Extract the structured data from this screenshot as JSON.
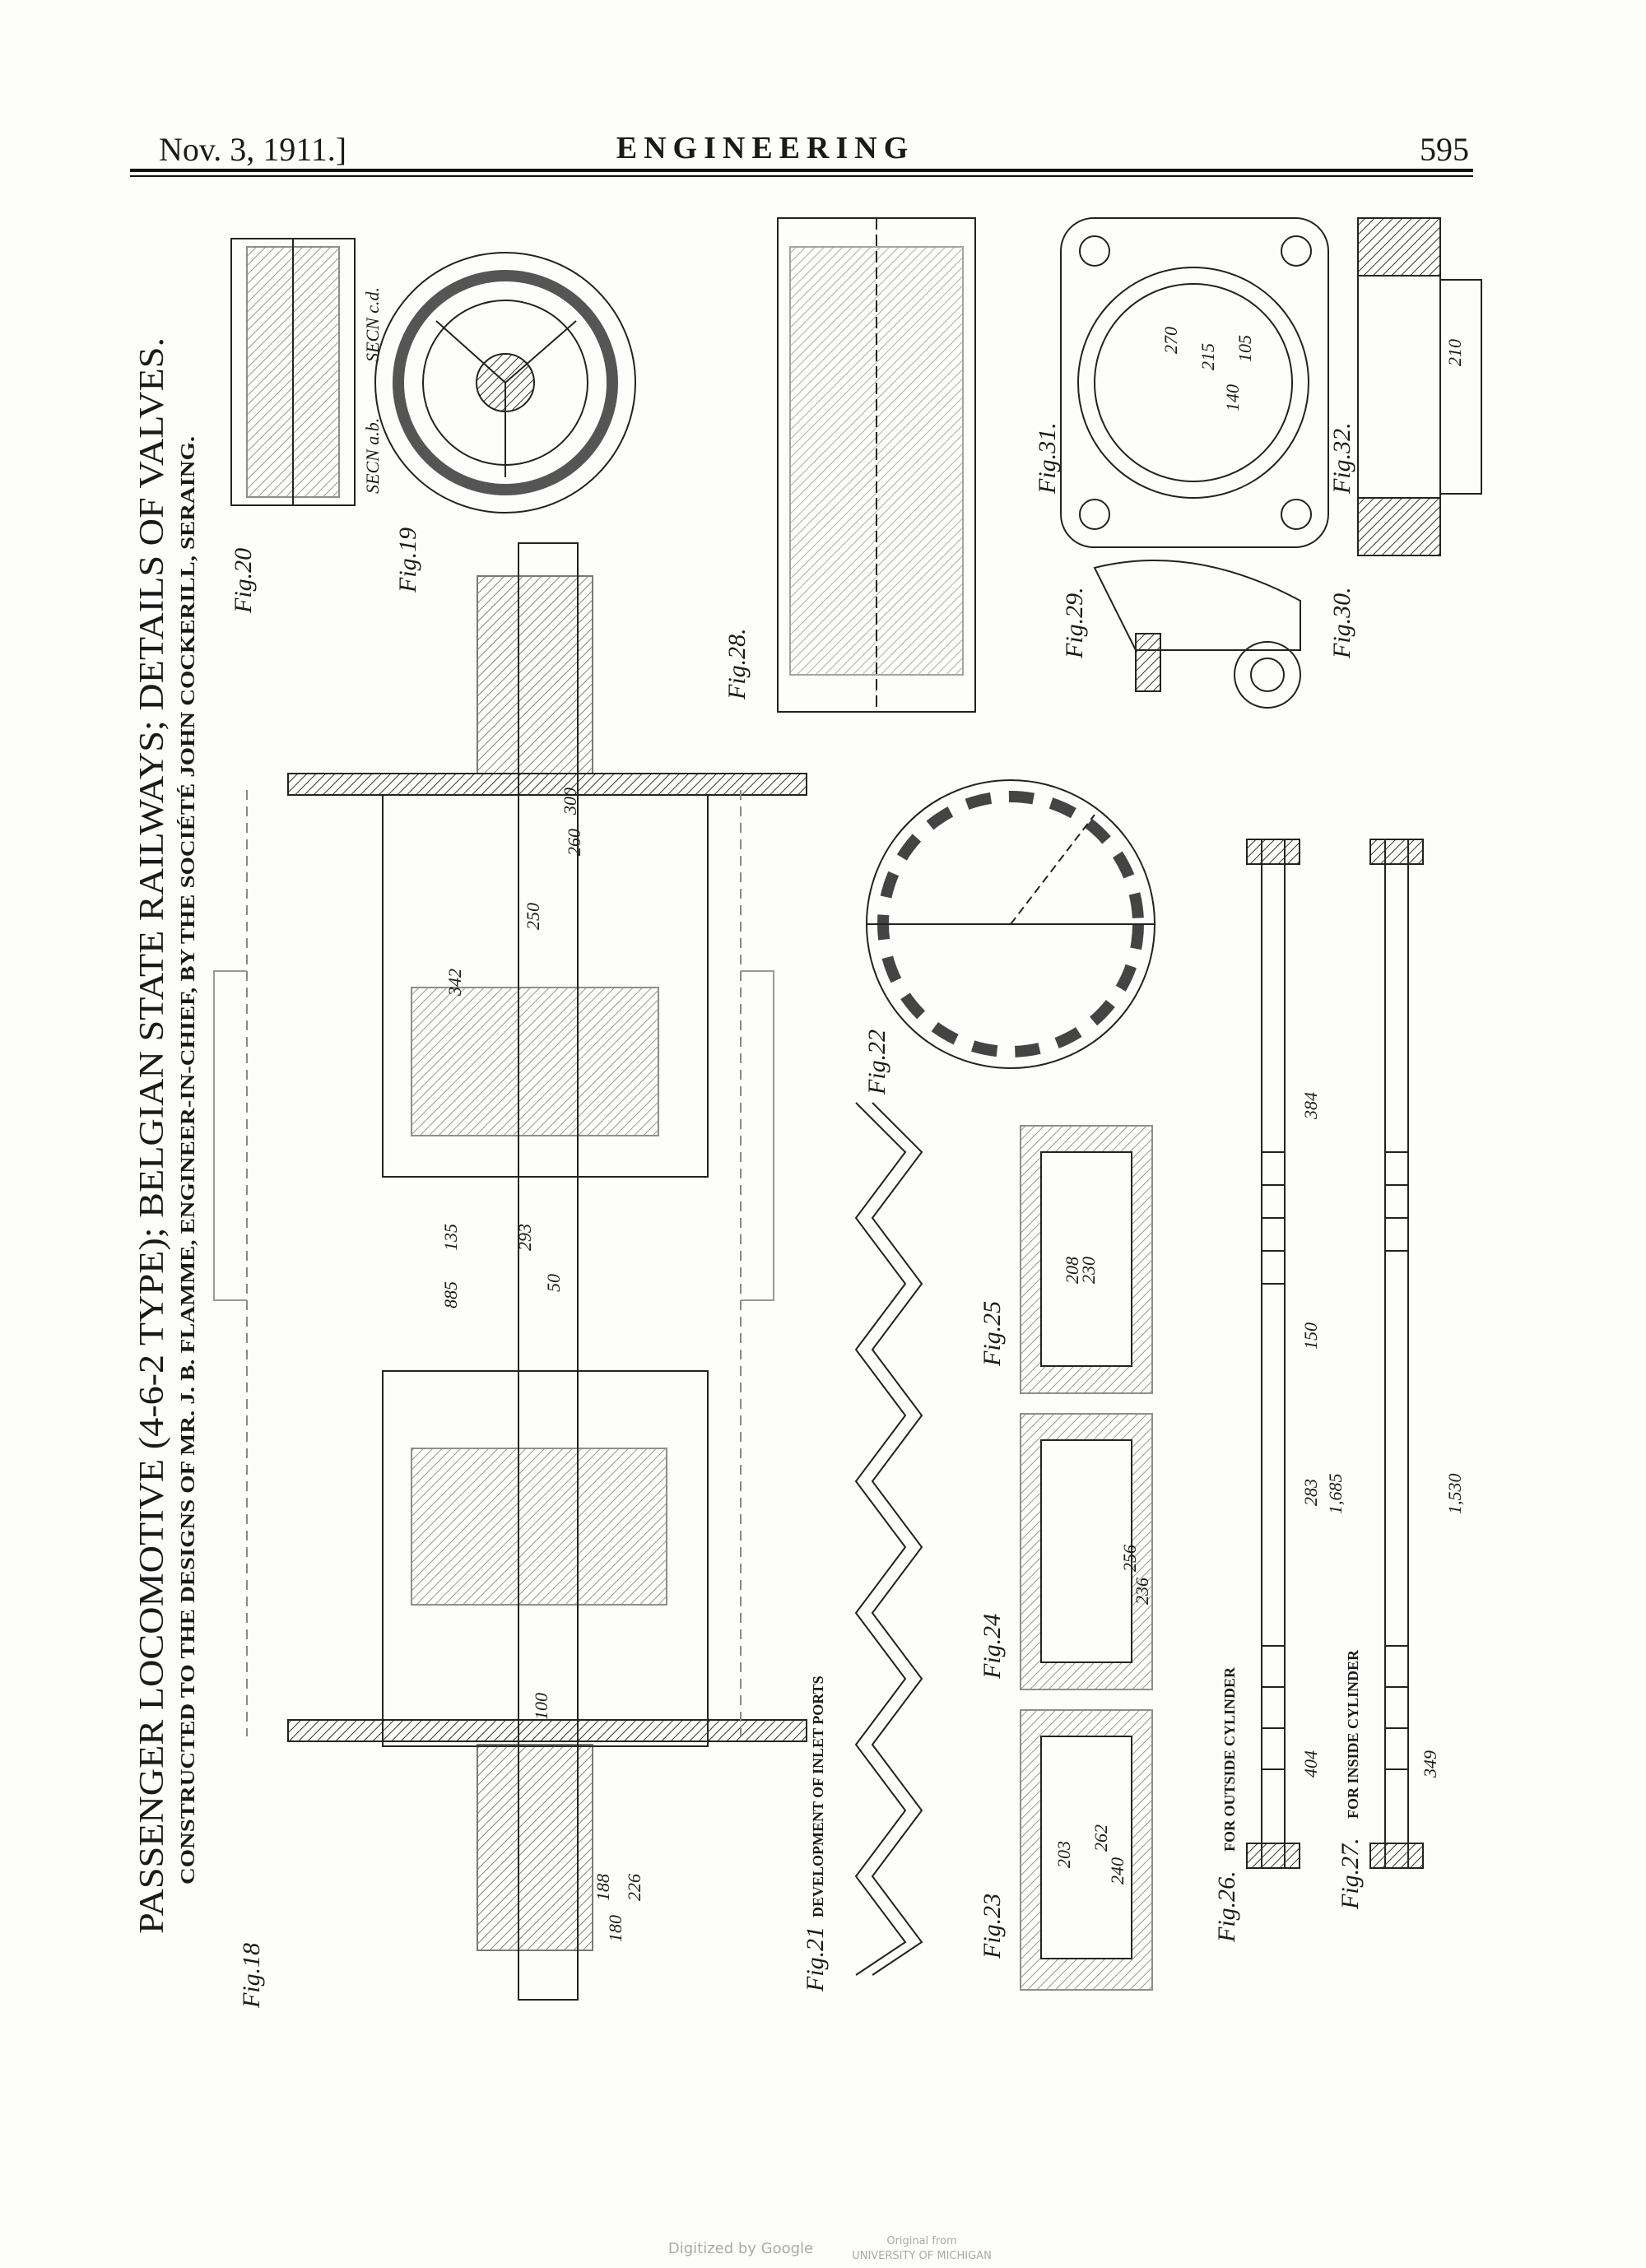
{
  "header": {
    "date": "Nov. 3, 1911.]",
    "masthead": "ENGINEERING",
    "page_number": "595"
  },
  "title": {
    "main": "PASSENGER LOCOMOTIVE (4-6-2 TYPE); BELGIAN STATE RAILWAYS; DETAILS OF VALVES.",
    "subtitle": "CONSTRUCTED TO THE DESIGNS OF MR. J. B. FLAMME, ENGINEER-IN-CHIEF, BY THE SOCIÉTÉ JOHN COCKERILL, SERAING."
  },
  "figures": {
    "fig18": "Fig.18",
    "fig19": "Fig.19",
    "fig20": "Fig.20",
    "fig21": "Fig.21",
    "fig21_caption": "DEVELOPMENT OF INLET PORTS",
    "fig22": "Fig.22",
    "fig23": "Fig.23",
    "fig24": "Fig.24",
    "fig25": "Fig.25",
    "fig26": "Fig.26.",
    "fig26_caption": "FOR OUTSIDE CYLINDER",
    "fig27": "Fig.27.",
    "fig27_caption": "FOR INSIDE CYLINDER",
    "fig28": "Fig.28.",
    "fig29": "Fig.29.",
    "fig30": "Fig.30.",
    "fig31": "Fig.31.",
    "fig32": "Fig.32.",
    "sec_ab": "SECN a.b.",
    "sec_cd": "SECN c.d."
  },
  "dimensions": {
    "d300": "300",
    "d260": "260",
    "d342": "342",
    "d885": "885",
    "d135": "135",
    "d293": "293",
    "d50": "50",
    "d250": "250",
    "d100": "100",
    "d226": "226",
    "d180": "180",
    "d188": "188",
    "d1685": "1,685",
    "d1530": "1,530",
    "d384": "384",
    "d404": "404",
    "d349": "349",
    "d283": "283",
    "d150": "150",
    "d210": "210",
    "d215": "215",
    "d270": "270",
    "d105": "105",
    "d140": "140",
    "d208": "208",
    "d230": "230",
    "d256": "256",
    "d236": "236",
    "d262": "262",
    "d240": "240",
    "d203": "203"
  },
  "credits": {
    "digitized": "Digitized by Google",
    "original_from": "Original from",
    "institution": "UNIVERSITY OF MICHIGAN"
  }
}
